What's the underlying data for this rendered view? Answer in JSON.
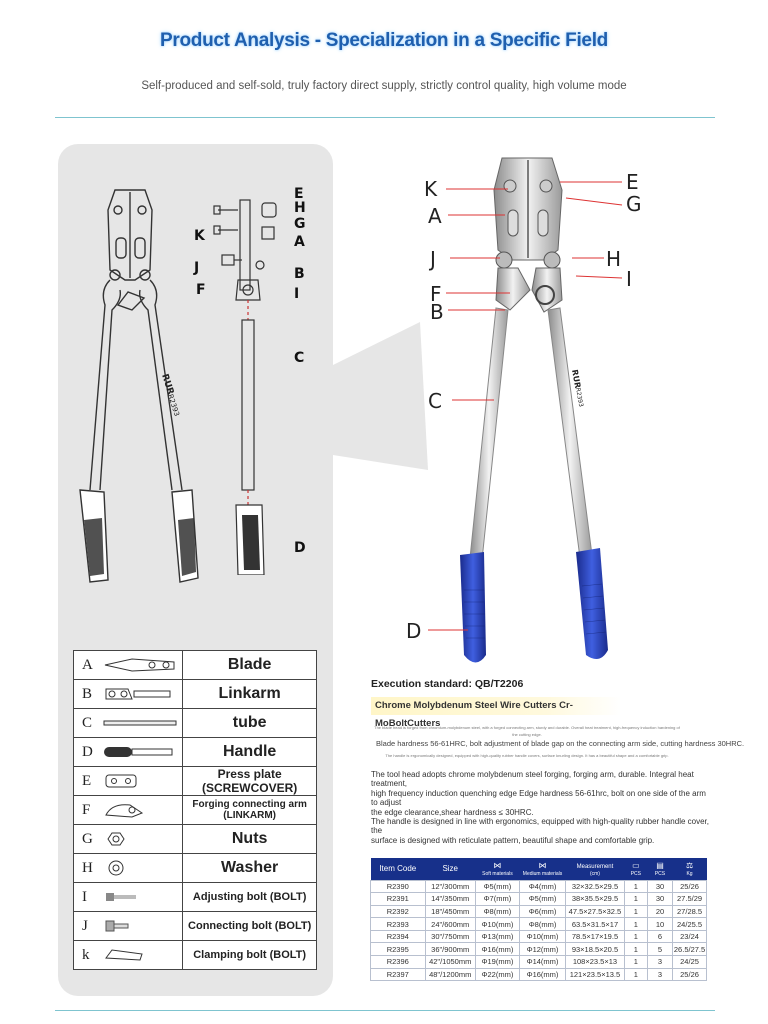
{
  "header": {
    "title": "Product Analysis - Specialization in a Specific Field",
    "subtitle": "Self-produced and self-sold, truly factory direct supply, strictly control quality, high volume mode"
  },
  "brand": {
    "logo": "RUR",
    "model": "R2393"
  },
  "photo_labels": [
    "K",
    "E",
    "A",
    "G",
    "J",
    "H",
    "I",
    "F",
    "B",
    "C",
    "D"
  ],
  "sketch_labels": [
    "E",
    "H",
    "G",
    "K",
    "A",
    "J",
    "B",
    "F",
    "I",
    "C",
    "D"
  ],
  "parts": [
    {
      "letter": "A",
      "name": "Blade",
      "icon": "blade-icon"
    },
    {
      "letter": "B",
      "name": "Linkarm",
      "icon": "linkarm-icon"
    },
    {
      "letter": "C",
      "name": "tube",
      "icon": "tube-icon"
    },
    {
      "letter": "D",
      "name": "Handle",
      "icon": "handle-icon"
    },
    {
      "letter": "E",
      "name": "Press plate (SCREWCOVER)",
      "icon": "press-plate-icon"
    },
    {
      "letter": "F",
      "name": "Forging connecting arm (LINKARM)",
      "icon": "forging-arm-icon"
    },
    {
      "letter": "G",
      "name": "Nuts",
      "icon": "nut-icon"
    },
    {
      "letter": "H",
      "name": "Washer",
      "icon": "washer-icon"
    },
    {
      "letter": "I",
      "name": "Adjusting bolt (BOLT)",
      "icon": "adjusting-bolt-icon"
    },
    {
      "letter": "J",
      "name": "Connecting bolt (BOLT)",
      "icon": "connecting-bolt-icon"
    },
    {
      "letter": "k",
      "name": "Clamping bolt (BOLT)",
      "icon": "clamping-bolt-icon"
    }
  ],
  "info": {
    "execution_standard": "Execution standard: QB/T2206",
    "product_name": "Chrome Molybdenum Steel Wire Cutters Cr-MoBoltCutters",
    "tiny_line1": "The blade head is forged from chromium-molybdenum steel, with a forged connecting arm, sturdy and durable. Overall heat treatment, high-frequency induction hardening of",
    "tiny_line2": "the cutting edge.",
    "hardness_line": "Blade hardness 56-61HRC, bolt adjustment of blade gap on the connecting arm side, cutting hardness 30HRC.",
    "tiny_line3": "The handle is ergonomically designed, equipped with high-quality rubber handle covers, surface knurling design. It has a beautiful shape and a comfortable grip.",
    "description": [
      "The tool head adopts chrome molybdenum steel forging, forging arm, durable. Integral heat treatment,",
      "high frequency induction quenching edge Edge hardness 56-61hrc, bolt on one side of the arm to adjust",
      "the edge clearance,shear hardness ≤ 30HRC.",
      "The handle is designed in line with ergonomics, equipped with high-quality rubber handle cover, the",
      "surface is designed with reticulate pattern, beautiful shape and comfortable grip."
    ]
  },
  "spec_table": {
    "headers": [
      {
        "label": "Item Code",
        "sub": ""
      },
      {
        "label": "Size",
        "sub": ""
      },
      {
        "label": "",
        "sub": "Soft materials"
      },
      {
        "label": "",
        "sub": "Medium materials"
      },
      {
        "label": "Measurement",
        "sub": "(cm)"
      },
      {
        "label": "",
        "sub": "PCS"
      },
      {
        "label": "",
        "sub": "PCS"
      },
      {
        "label": "",
        "sub": "Kg"
      }
    ],
    "rows": [
      [
        "R2390",
        "12\"/300mm",
        "Φ5(mm)",
        "Φ4(mm)",
        "32×32.5×29.5",
        "1",
        "30",
        "25/26"
      ],
      [
        "R2391",
        "14\"/350mm",
        "Φ7(mm)",
        "Φ5(mm)",
        "38×35.5×29.5",
        "1",
        "30",
        "27.5/29"
      ],
      [
        "R2392",
        "18\"/450mm",
        "Φ8(mm)",
        "Φ6(mm)",
        "47.5×27.5×32.5",
        "1",
        "20",
        "27/28.5"
      ],
      [
        "R2393",
        "24\"/600mm",
        "Φ10(mm)",
        "Φ8(mm)",
        "63.5×31.5×17",
        "1",
        "10",
        "24/25.5"
      ],
      [
        "R2394",
        "30\"/750mm",
        "Φ13(mm)",
        "Φ10(mm)",
        "78.5×17×19.5",
        "1",
        "6",
        "23/24"
      ],
      [
        "R2395",
        "36\"/900mm",
        "Φ16(mm)",
        "Φ12(mm)",
        "93×18.5×20.5",
        "1",
        "5",
        "26.5/27.5"
      ],
      [
        "R2396",
        "42\"/1050mm",
        "Φ19(mm)",
        "Φ14(mm)",
        "108×23.5×13",
        "1",
        "3",
        "24/25"
      ],
      [
        "R2397",
        "48\"/1200mm",
        "Φ22(mm)",
        "Φ16(mm)",
        "121×23.5×13.5",
        "1",
        "3",
        "25/26"
      ]
    ]
  },
  "colors": {
    "title": "#1f5fae",
    "rule": "#7fc4cf",
    "panel": "#e6e6e6",
    "grip": "#2a3fb0",
    "table_header": "#17308a"
  }
}
